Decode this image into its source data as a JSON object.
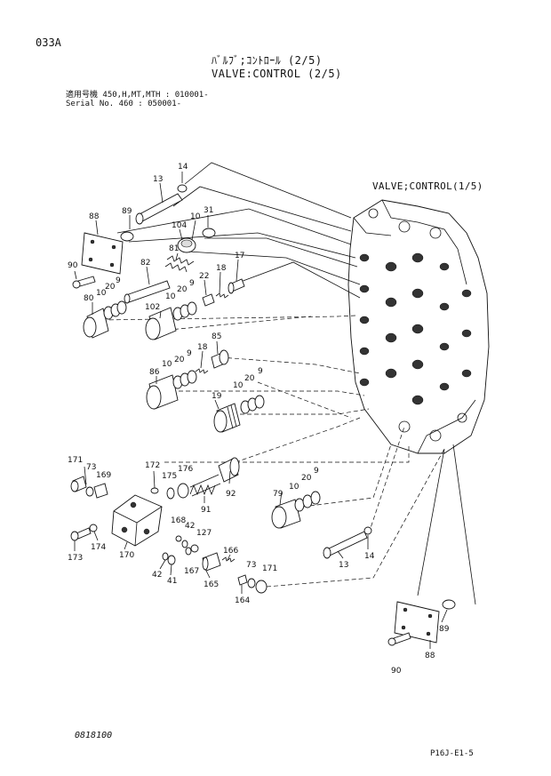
{
  "header": {
    "page_code": "033A",
    "title_jp": "ﾊﾞﾙﾌﾞ;ｺﾝﾄﾛｰﾙ (2/5)",
    "title_en": "VALVE:CONTROL (2/5)",
    "serial_line_1": "適用号機  450,H,MT,MTH : 010001-",
    "serial_line_2": "Serial No.        460 : 050001-"
  },
  "reference_label": "VALVE;CONTROL(1/5)",
  "footer": {
    "doc_number": "0818100",
    "sheet_id": "P16J-E1-5"
  },
  "callouts": {
    "c14a": "14",
    "c13a": "13",
    "c88a": "88",
    "c89a": "89",
    "c90a": "90",
    "c31": "31",
    "c104": "104",
    "c10a": "10",
    "c81": "81",
    "c82": "82",
    "c20a": "20",
    "c10b": "10",
    "c9a": "9",
    "c80": "80",
    "c17": "17",
    "c18a": "18",
    "c22": "22",
    "c9b": "9",
    "c20b": "20",
    "c10c": "10",
    "c102": "102",
    "c85": "85",
    "c18b": "18",
    "c9c": "9",
    "c20c": "20",
    "c10d": "10",
    "c86": "86",
    "c9d": "9",
    "c20d": "20",
    "c10e": "10",
    "c19": "19",
    "c171a": "171",
    "c73a": "73",
    "c169": "169",
    "c172": "172",
    "c175": "175",
    "c176": "176",
    "c170": "170",
    "c173": "173",
    "c174": "174",
    "c168": "168",
    "c42a": "42",
    "c127": "127",
    "c167": "167",
    "c42b": "42",
    "c41": "41",
    "c91": "91",
    "c92": "92",
    "c166": "166",
    "c165": "165",
    "c73b": "73",
    "c171b": "171",
    "c164": "164",
    "c79": "79",
    "c10f": "10",
    "c20e": "20",
    "c9e": "9",
    "c13b": "13",
    "c14b": "14",
    "c89b": "89",
    "c88b": "88",
    "c90b": "90"
  }
}
